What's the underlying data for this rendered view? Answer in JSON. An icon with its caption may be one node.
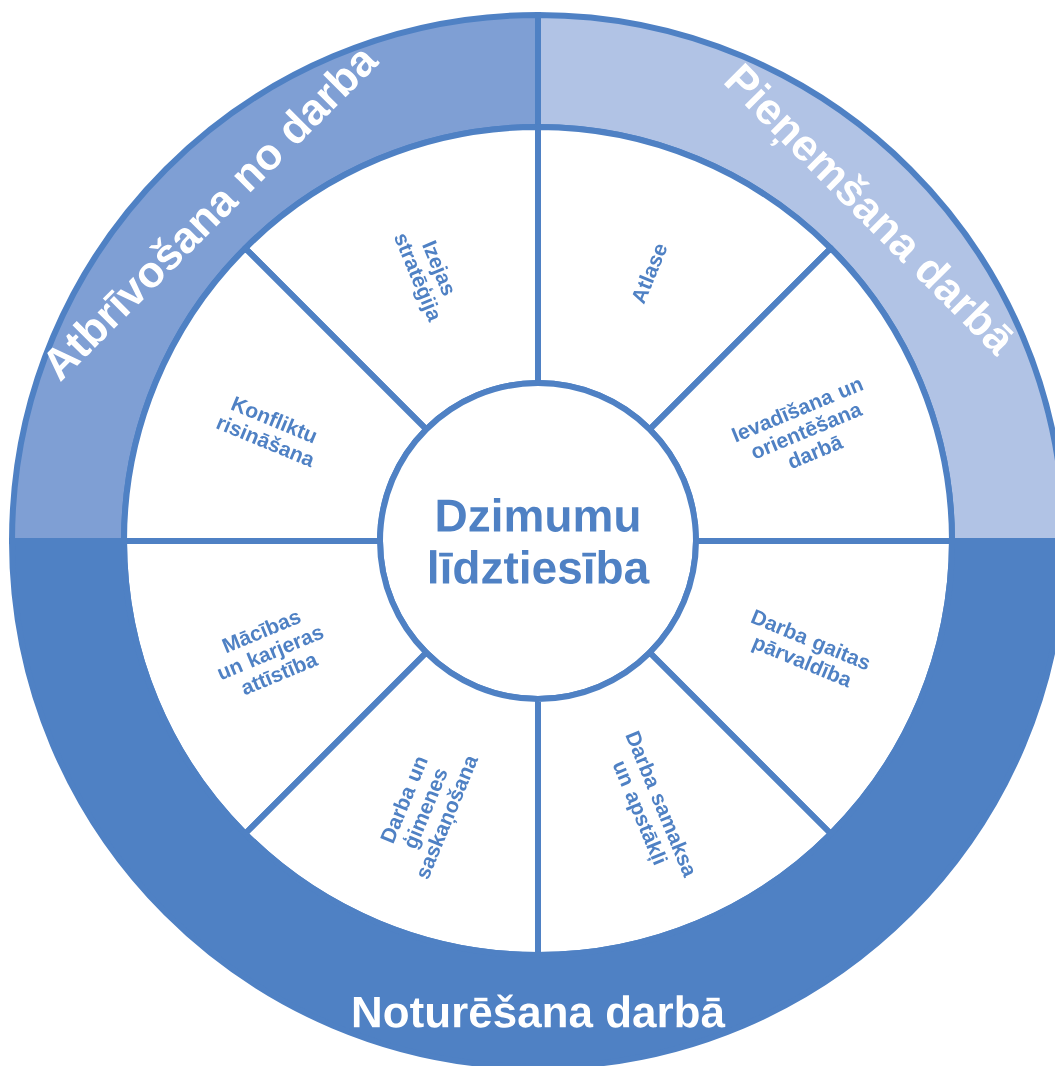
{
  "diagram": {
    "nodes": [
      {
        "text": [
          "Atbrīvošana no darba"
        ]
      },
      {
        "text": [
          "Pieņemšana darbā"
        ]
      },
      {
        "text": [
          "Izejas stratēģija"
        ]
      },
      {
        "text": [
          "Atlase"
        ]
      },
      {
        "text": [
          "Konfliktu risināšana"
        ]
      },
      {
        "text": [
          "Ievadīšana un orientēšana darbā"
        ]
      },
      {
        "text": [
          "Dzimumu līdztiesība"
        ]
      },
      {
        "text": [
          "Mācības un karjeras attīstība"
        ]
      },
      {
        "text": [
          "Darba gaitas pārvaldība"
        ]
      },
      {
        "text": [
          "Darba un ģimenes saskaņošana"
        ]
      },
      {
        "text": [
          "Darba samaksa un apstākļi"
        ]
      },
      {
        "text": [
          "Noturēšana darbā"
        ]
      }
    ]
  }
}
